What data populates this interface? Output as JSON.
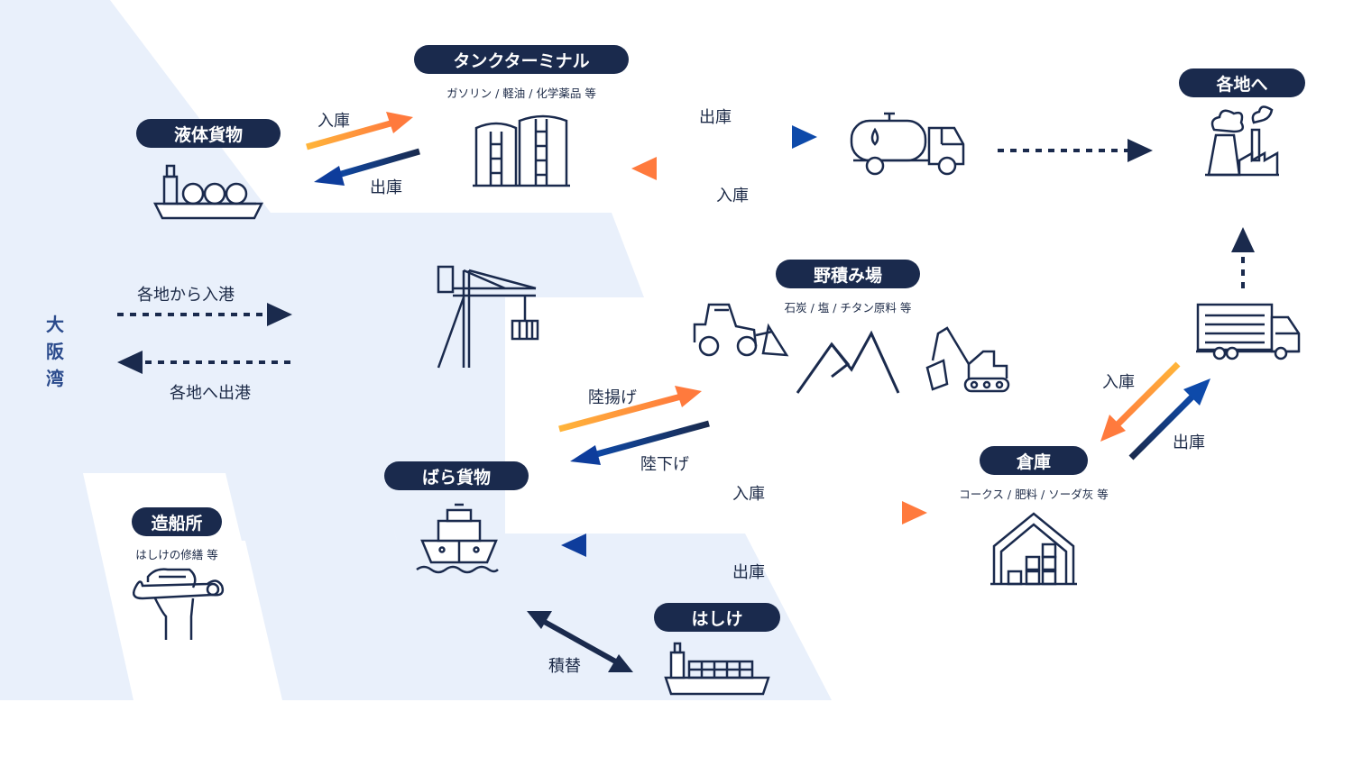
{
  "bay_label": "大阪湾",
  "nodes": {
    "tank_terminal": {
      "title": "タンクターミナル",
      "sub": "ガソリン / 軽油 / 化学薬品 等"
    },
    "liquid_cargo": {
      "title": "液体貨物"
    },
    "to_everywhere": {
      "title": "各地へ"
    },
    "storage_yard": {
      "title": "野積み場",
      "sub": "石炭 / 塩 / チタン原料 等"
    },
    "bulk_cargo": {
      "title": "ばら貨物"
    },
    "warehouse": {
      "title": "倉庫",
      "sub": "コークス / 肥料 / ソーダ灰 等"
    },
    "shipyard": {
      "title": "造船所",
      "sub": "はしけの修繕 等"
    },
    "barge": {
      "title": "はしけ"
    }
  },
  "flows": {
    "liquid_in": "入庫",
    "liquid_out": "出庫",
    "tank_out": "出庫",
    "tank_in": "入庫",
    "arrive": "各地から入港",
    "depart": "各地へ出港",
    "unload": "陸揚げ",
    "load": "陸下げ",
    "bulk_in": "入庫",
    "bulk_out": "出庫",
    "wh_in": "入庫",
    "wh_out": "出庫",
    "transship": "積替"
  },
  "colors": {
    "navy": "#1a2a4d",
    "blue": "#0e3d9c",
    "orange": "#ff7a3d",
    "yellow": "#ffb53a",
    "region": "#e9f0fb"
  },
  "icons": [
    "ship-tanker-icon",
    "tank-icon",
    "tanker-truck-icon",
    "factory-icon",
    "crane-icon",
    "wheel-loader-icon",
    "mountain-icon",
    "excavator-icon",
    "truck-icon",
    "warehouse-icon",
    "cargo-ship-icon",
    "barge-icon",
    "wrench-hand-icon"
  ]
}
